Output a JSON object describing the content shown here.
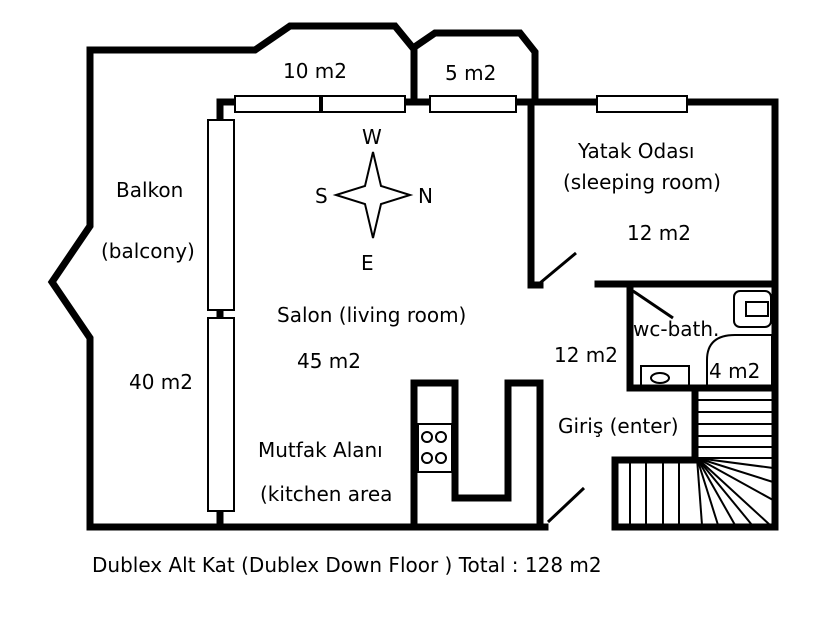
{
  "labels": {
    "area_10": "10 m2",
    "area_5": "5 m2",
    "yatak_title": "Yatak Odası",
    "yatak_en": "(sleeping room)",
    "yatak_area": "12  m2",
    "balkon_title": "Balkon",
    "balkon_en": "(balcony)",
    "balkon_area": "40 m2",
    "salon_title": "Salon (living room)",
    "salon_area": "45  m2",
    "entry_area": "12 m2",
    "wc_title": "wc-bath.",
    "wc_area": "4 m2",
    "giris_title": "Giriş (enter)",
    "mutfak_title": "Mutfak Alanı",
    "mutfak_en": "(kitchen area",
    "footer": "Dublex Alt Kat  (Dublex Down Floor ) Total  :  128  m2"
  },
  "compass": {
    "north": "N",
    "south": "S",
    "east": "E",
    "west": "W"
  },
  "icons": [
    "compass-rose-icon",
    "stove-icon",
    "sink-icon",
    "bathtub-icon",
    "staircase-icon"
  ],
  "colors": {
    "line": "#000000",
    "background": "#ffffff"
  }
}
